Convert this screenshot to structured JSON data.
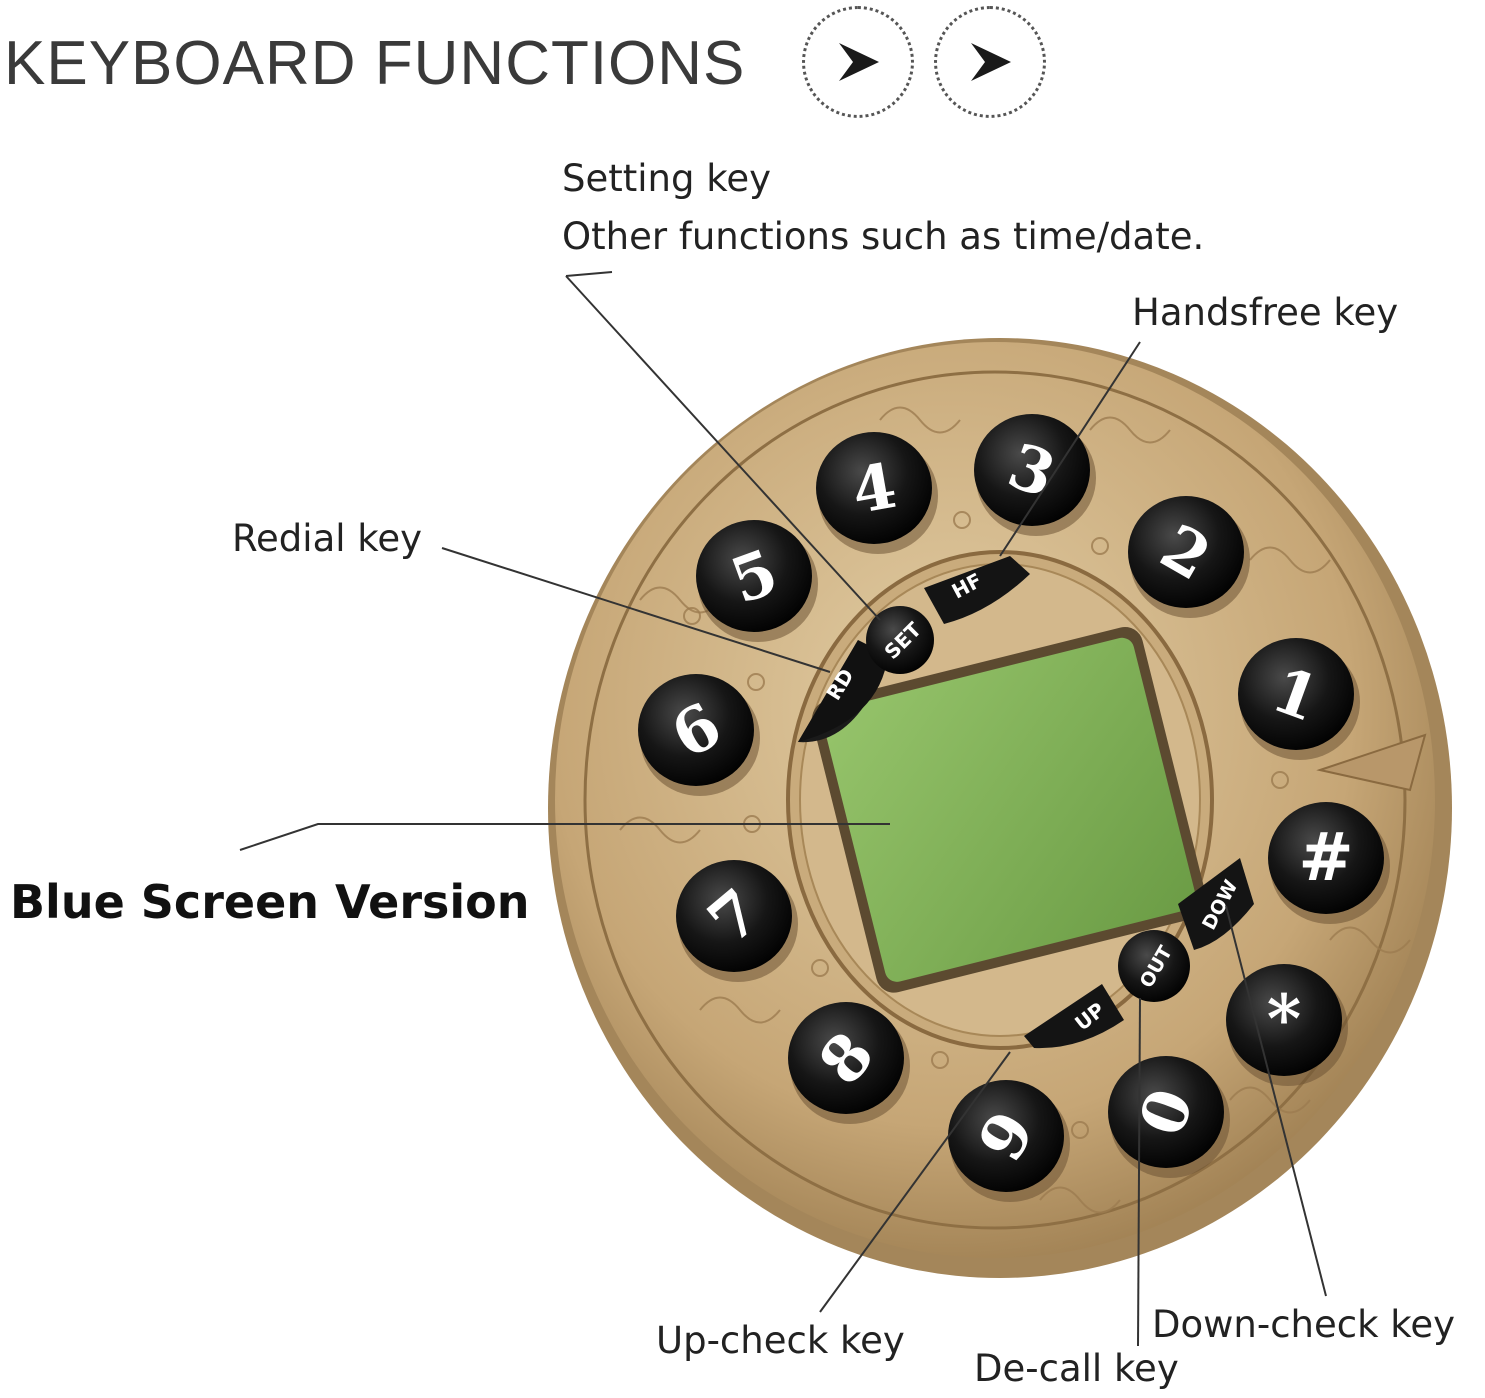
{
  "header": {
    "title": "KEYBOARD FUNCTIONS",
    "nav_icon": "chevron-right-icon"
  },
  "callouts": {
    "setting_key": "Setting key",
    "setting_desc": "Other functions such as time/date.",
    "handsfree_key": "Handsfree key",
    "redial_key": "Redial key",
    "screen_version": "Blue Screen Version",
    "up_check_key": "Up-check key",
    "de_call_key": "De-call key",
    "down_check_key": "Down-check key"
  },
  "keypad": {
    "digit_keys": [
      "1",
      "2",
      "3",
      "4",
      "5",
      "6",
      "7",
      "8",
      "9",
      "0",
      "*",
      "#"
    ],
    "function_keys": {
      "set": "SET",
      "hf": "HF",
      "rd": "RD",
      "up": "UP",
      "out": "OUT",
      "dow": "DOW"
    }
  },
  "colors": {
    "bronze": "#c9a97a",
    "bronze_dark": "#8a6a40",
    "key_black": "#1a1a1a",
    "screen_green": "#7fae55"
  }
}
